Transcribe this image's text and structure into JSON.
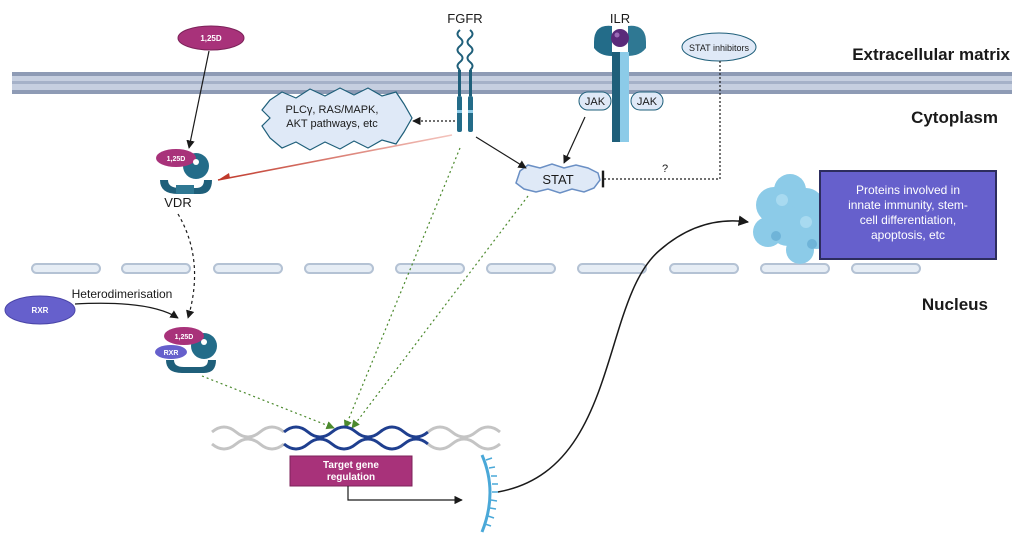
{
  "regions": {
    "extracellular": "Extracellular matrix",
    "cytoplasm": "Cytoplasm",
    "nucleus": "Nucleus"
  },
  "ligands": {
    "d125_top": "1,25D",
    "d125_vdr": "1,25D",
    "d125_complex": "1,25D",
    "rxr_free": "RXR",
    "rxr_complex": "RXR"
  },
  "receptors": {
    "fgfr": "FGFR",
    "ilr": "ILR",
    "jak_left": "JAK",
    "jak_right": "JAK",
    "vdr": "VDR"
  },
  "nodes": {
    "stat": "STAT",
    "stat_inhibitors": "STAT inhibitors",
    "pathways_line1": "PLCγ, RAS/MAPK,",
    "pathways_line2": "AKT pathways, etc",
    "question": "?",
    "heterodimerisation": "Heterodimerisation"
  },
  "target": {
    "line1": "Target gene",
    "line2": "regulation"
  },
  "proteins": {
    "line1": "Proteins involved in",
    "line2": "innate immunity, stem-",
    "line3": "cell differentiation,",
    "line4": "apoptosis, etc"
  },
  "colors": {
    "membrane": "#b8c4d8",
    "membrane_dark": "#8e9bb5",
    "magenta": "#a8327a",
    "rxr": "#6660cc",
    "teal": "#1f5f7a",
    "stat_fill": "#dfe9f7",
    "green_arrow": "#4c8a2e",
    "red_arrow": "#c0392b",
    "protein_box": "#6660cc",
    "protein_blob": "#8ccbe8",
    "dna_dark": "#1f3f8f"
  }
}
